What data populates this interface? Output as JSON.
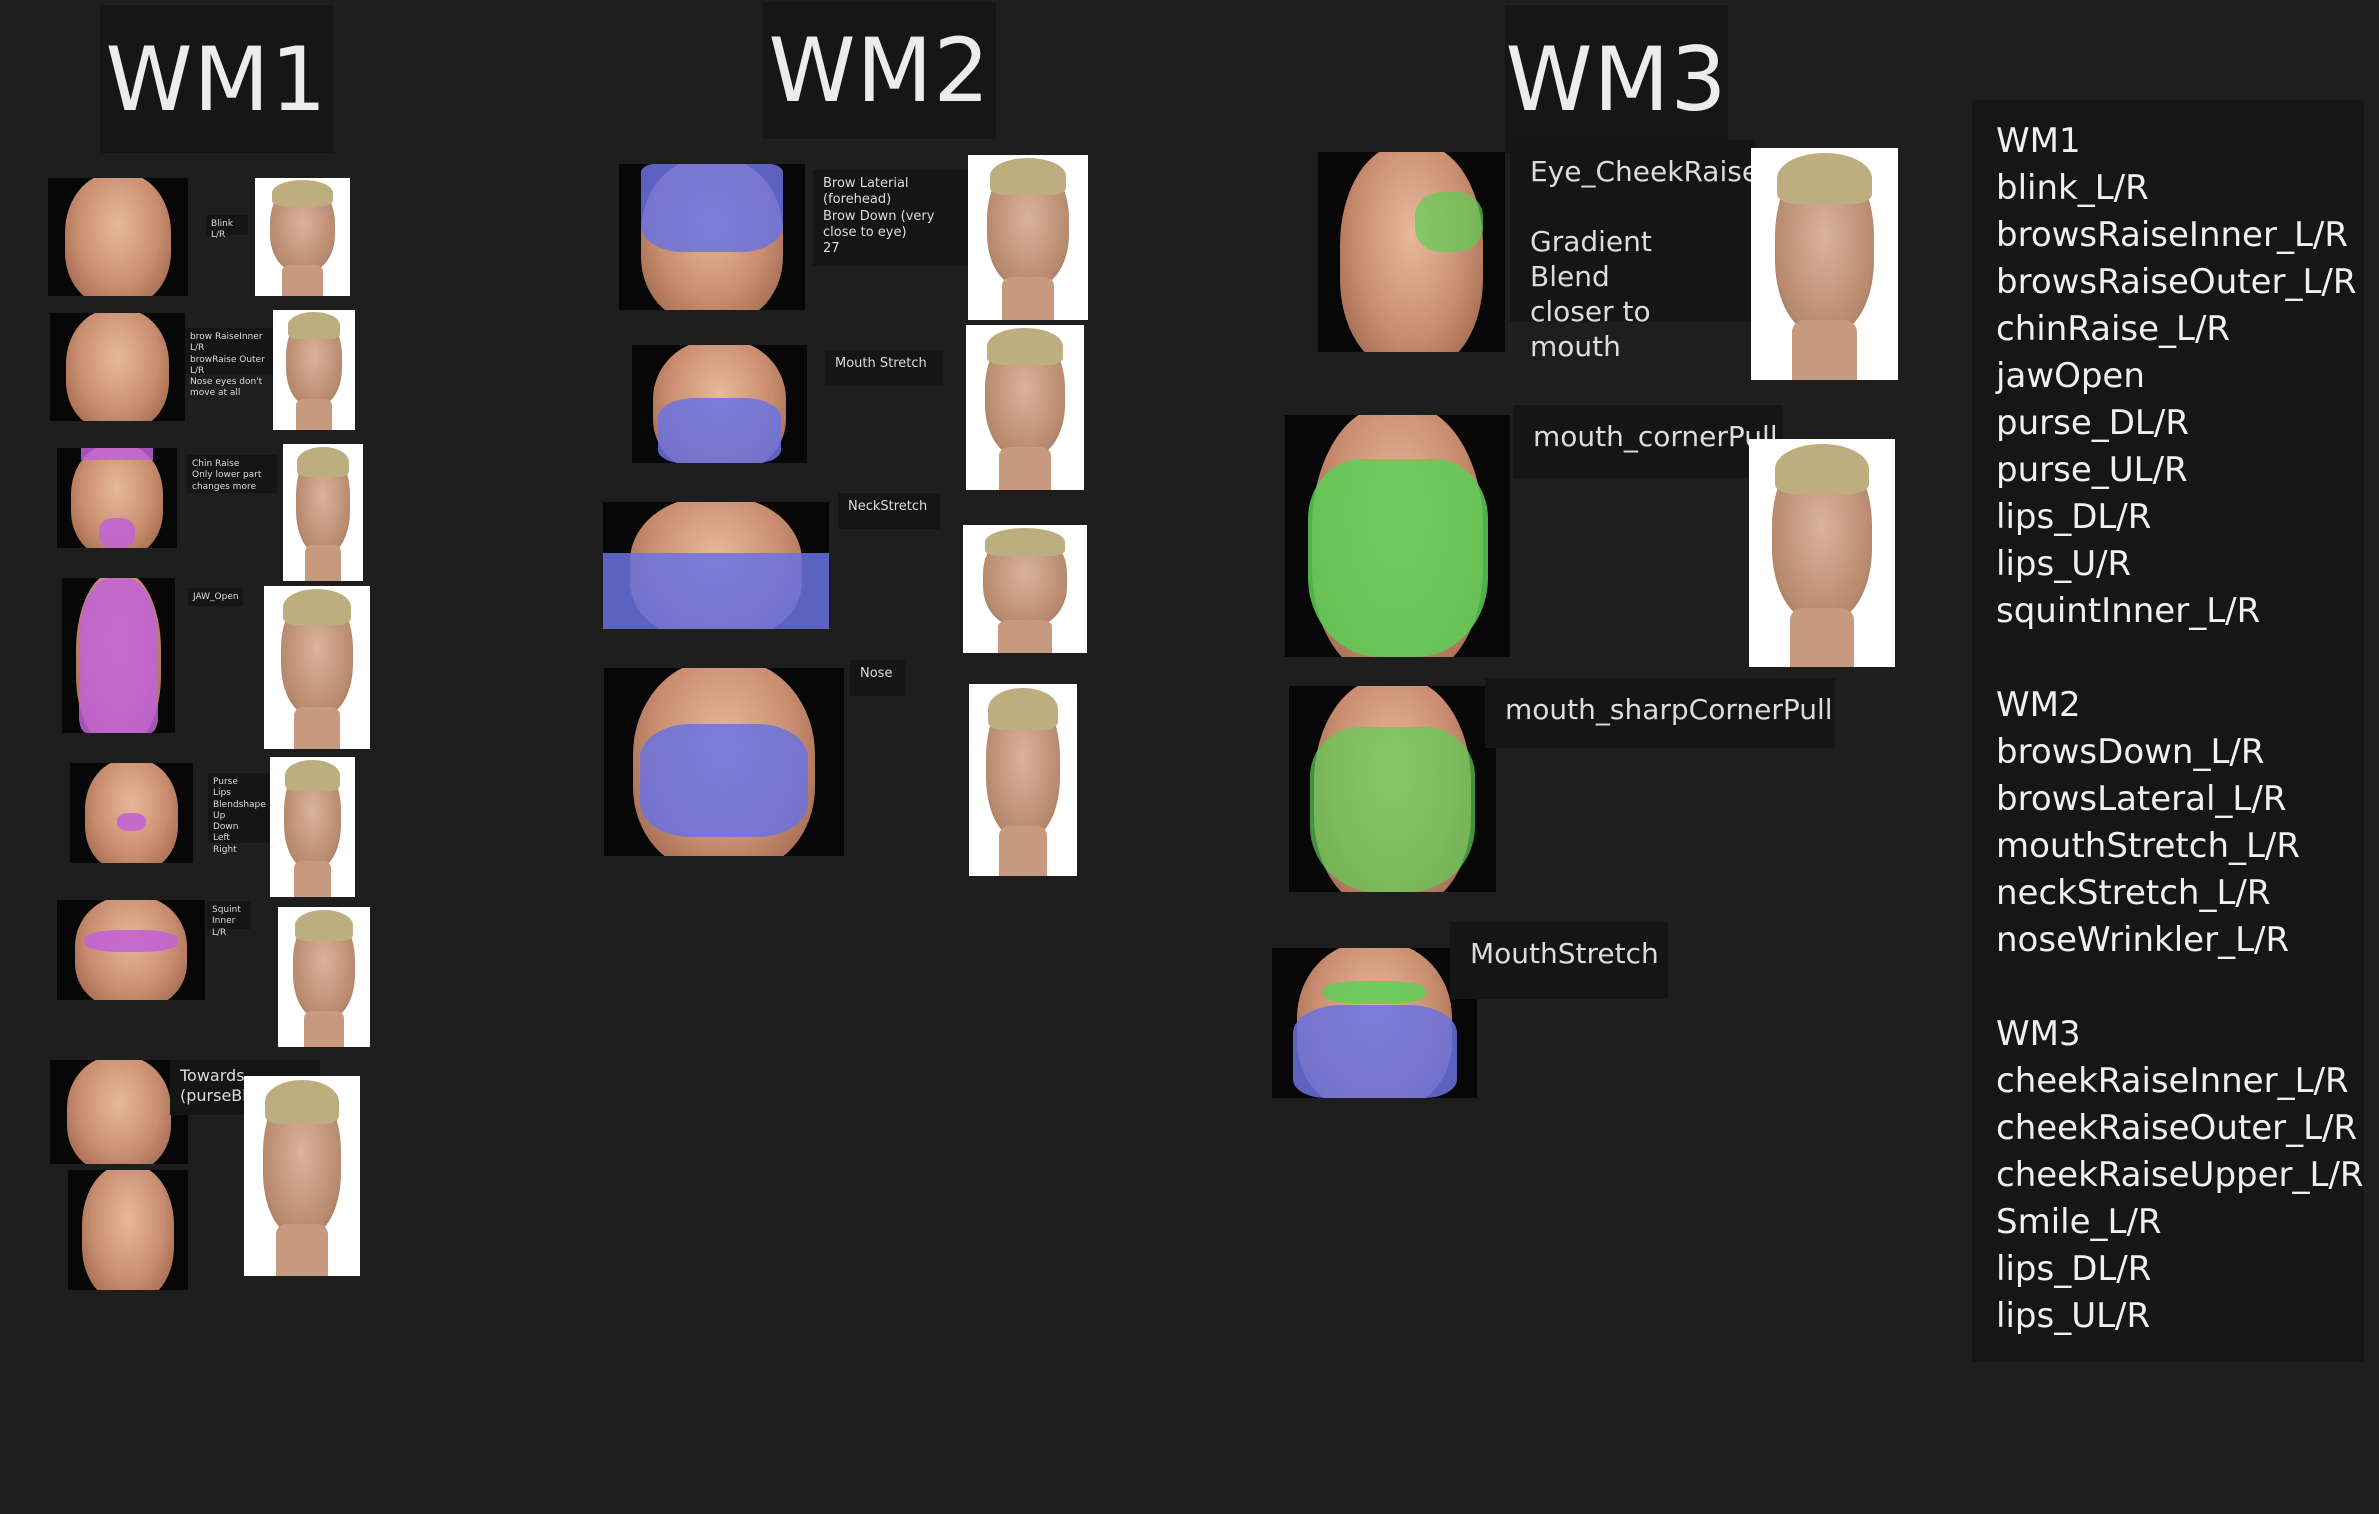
{
  "titles": {
    "wm1": "WM1",
    "wm2": "WM2",
    "wm3": "WM3"
  },
  "notes": {
    "blink": "Blink L/R",
    "brow_raise": "brow RaiseInner L/R\nbrowRaise Outer L/R\nNose eyes don't move at all",
    "chin_raise": "Chin Raise\nOnly lower part changes more",
    "jaw_open": "JAW_Open",
    "purse": "Purse\nLips Blendshape\nUp\nDown\nLeft\nRight",
    "squint": "Squint\nInner L/R",
    "towards": "Towards\n(purseBlendShape)",
    "brow_lateral": "Brow Laterial (forehead)\nBrow Down (very close to eye)\n27",
    "mouth_stretch_wm2": "Mouth Stretch",
    "neck_stretch": "NeckStretch",
    "nose": "Nose",
    "eye_cheek_raise": "Eye_CheekRaise\n\nGradient Blend\ncloser to mouth",
    "mouth_corner_pull": "mouth_cornerPull",
    "mouth_sharp_corner_pull": "mouth_sharpCornerPull",
    "mouth_stretch_wm3": "MouthStretch"
  },
  "list": {
    "wm1_heading": "WM1",
    "wm1_items": [
      "blink_L/R",
      "browsRaiseInner_L/R",
      "browsRaiseOuter_L/R",
      "chinRaise_L/R",
      "jawOpen",
      "purse_DL/R",
      "purse_UL/R",
      "lips_DL/R",
      "lips_U/R",
      "squintInner_L/R"
    ],
    "wm2_heading": "WM2",
    "wm2_items": [
      "browsDown_L/R",
      "browsLateral_L/R",
      "mouthStretch_L/R",
      "neckStretch_L/R",
      "noseWrinkler_L/R"
    ],
    "wm3_heading": "WM3",
    "wm3_items": [
      "cheekRaiseInner_L/R",
      "cheekRaiseOuter_L/R",
      "cheekRaiseUpper_L/R",
      "Smile_L/R",
      "lips_DL/R",
      "lips_UL/R"
    ]
  },
  "colors": {
    "background": "#1e1e1e",
    "panel": "#161616",
    "wm1_mask": "#c060d8",
    "wm2_mask": "#6a72e0",
    "wm3_mask": "#5ccf55"
  }
}
